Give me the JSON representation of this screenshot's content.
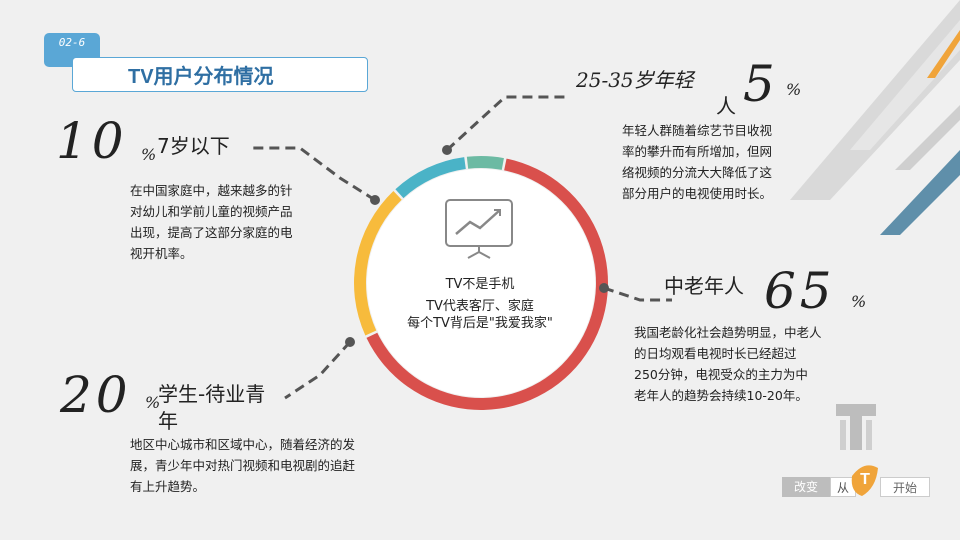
{
  "slide_number": "02-6",
  "title": "TV用户分布情况",
  "colors": {
    "red": "#d9504c",
    "yellow": "#f7bb3c",
    "blue": "#4ab3c7",
    "green": "#6cbaa3",
    "accent_blue": "#5aa7d6"
  },
  "chart_data": {
    "type": "pie",
    "segments": [
      {
        "label": "中老年人",
        "value": 65,
        "color": "#d9504c"
      },
      {
        "label": "学生-待业青年",
        "value": 20,
        "color": "#f7bb3c"
      },
      {
        "label": "7岁以下",
        "value": 10,
        "color": "#4ab3c7"
      },
      {
        "label": "25-35岁年轻人",
        "value": 5,
        "color": "#6cbaa3"
      }
    ]
  },
  "center": {
    "icon": "presentation-chart-icon",
    "line1": "TV不是手机",
    "line2": "TV代表客厅、家庭",
    "line3": "每个TV背后是\"我爱我家\""
  },
  "segments": {
    "under7": {
      "number": "10",
      "percent_sign": "%",
      "label": "7岁以下",
      "desc": [
        "在中国家庭中，越来越多的针",
        "对幼儿和学前儿童的视频产品",
        "出现，提高了这部分家庭的电",
        "视开机率。"
      ]
    },
    "young": {
      "number": "5",
      "percent_sign": "%",
      "label_line1": "25-35岁年轻",
      "label_line2": "人",
      "desc": [
        "年轻人群随着综艺节目收视",
        "率的攀升而有所增加，但网",
        "络视频的分流大大降低了这",
        "部分用户的电视使用时长。"
      ]
    },
    "elderly": {
      "number": "65",
      "percent_sign": "%",
      "label": "中老年人",
      "desc": [
        "我国老龄化社会趋势明显，中老人",
        "的日均观看电视时长已经超过",
        "250分钟，电视受众的主力为中",
        "老年人的趋势会持续10-20年。"
      ]
    },
    "students": {
      "number": "20",
      "percent_sign": "%",
      "label_line1": "学生-待业青",
      "label_line2": "年",
      "desc": [
        "地区中心城市和区域中心，随着经济的发",
        "展，青少年中对热门视频和电视剧的追赶",
        "有上升趋势。"
      ]
    }
  },
  "footer": {
    "change": "改变",
    "from": "从",
    "start": "开始"
  }
}
